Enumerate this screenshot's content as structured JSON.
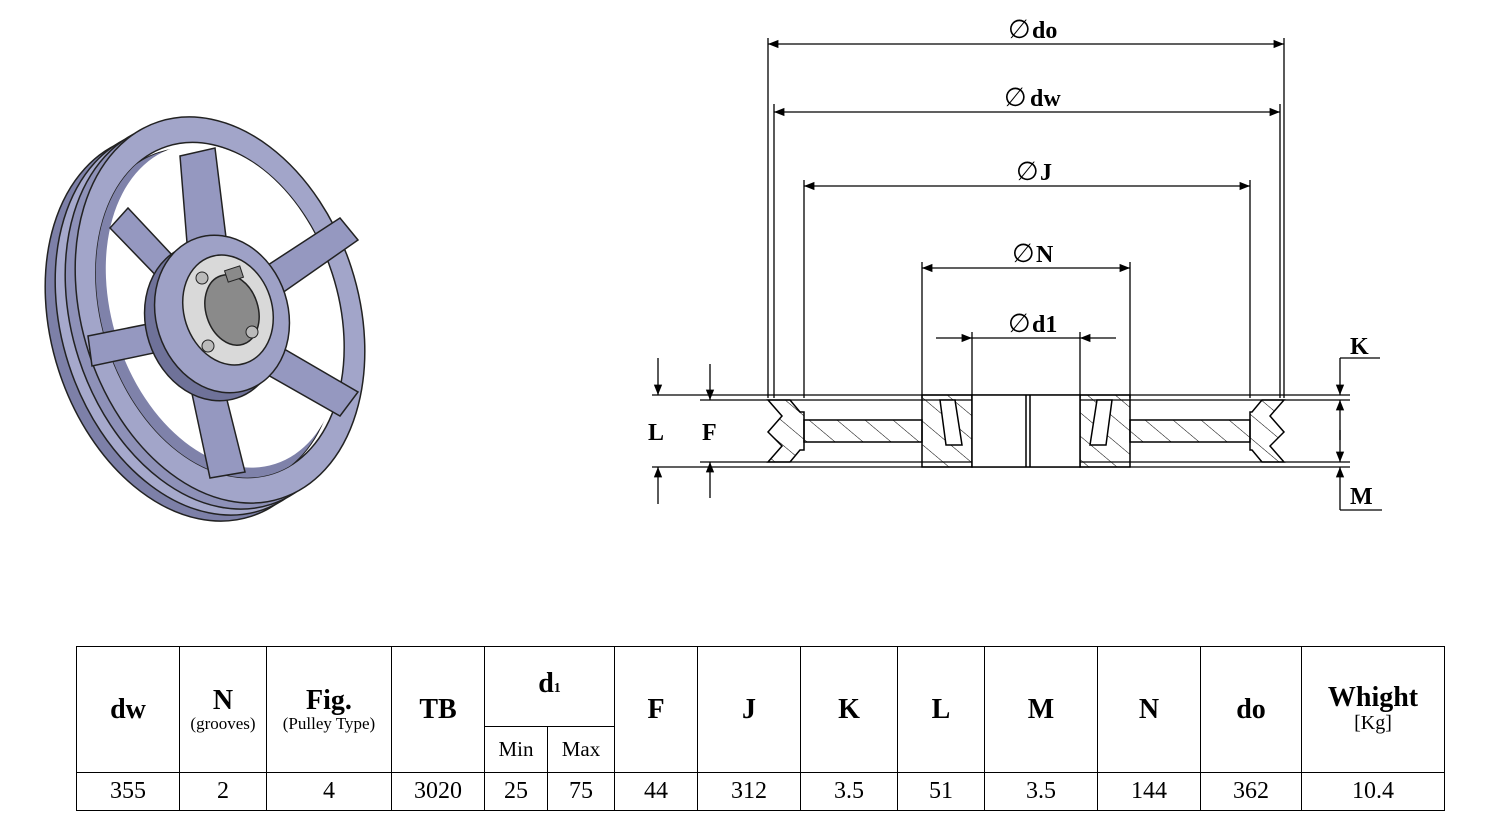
{
  "dimensions": {
    "do": "do",
    "dw": "dw",
    "J": "J",
    "N": "N",
    "d1": "d1",
    "K": "K",
    "L": "L",
    "F": "F",
    "M": "M",
    "diameter_symbol": "∅"
  },
  "table": {
    "headers": {
      "dw": "dw",
      "n": "N",
      "n_sub": "(grooves)",
      "fig": "Fig.",
      "fig_sub": "(Pulley Type)",
      "tb": "TB",
      "d1_main": "d",
      "d1_sub": "1",
      "d1_min": "Min",
      "d1_max": "Max",
      "f": "F",
      "j": "J",
      "k": "K",
      "l": "L",
      "m": "M",
      "n2": "N",
      "do": "do",
      "weight": "Whight",
      "weight_unit": "[Kg]"
    },
    "row": {
      "dw": "355",
      "n": "2",
      "fig": "4",
      "tb": "3020",
      "d1_min": "25",
      "d1_max": "75",
      "f": "44",
      "j": "312",
      "k": "3.5",
      "l": "51",
      "m": "3.5",
      "n2": "144",
      "do": "362",
      "weight": "10.4"
    }
  },
  "colors": {
    "pulley_body": "#9ea1c6",
    "pulley_shadow": "#6f7299",
    "pulley_light": "#c3c5e0",
    "bore": "#8a8a8a",
    "bushing": "#d9d9d9"
  }
}
